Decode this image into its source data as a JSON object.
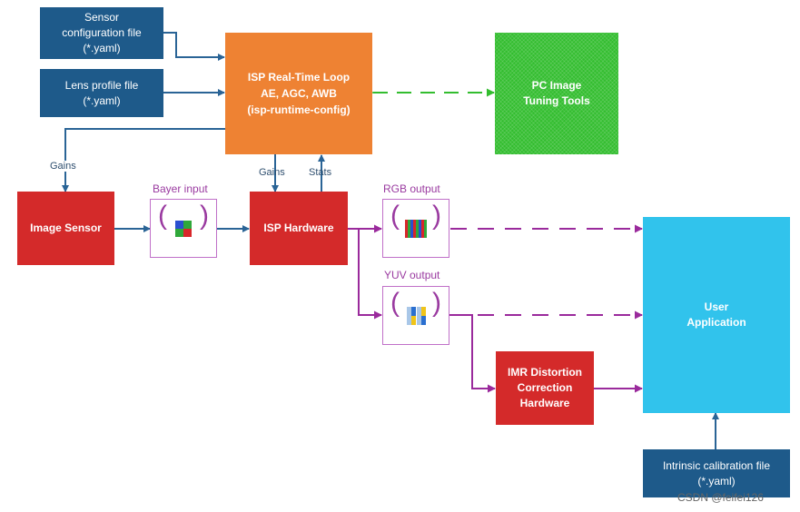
{
  "blocks": {
    "sensor_config": "Sensor\nconfiguration file\n(*.yaml)",
    "lens_profile": "Lens profile file\n(*.yaml)",
    "isp_loop": "ISP Real-Time Loop\nAE, AGC, AWB\n(isp-runtime-config)",
    "pc_tools": "PC Image\nTuning Tools",
    "image_sensor": "Image Sensor",
    "isp_hardware": "ISP Hardware",
    "imr": "IMR Distortion\nCorrection\nHardware",
    "user_app": "User\nApplication",
    "intrinsic": "Intrinsic calibration file\n(*.yaml)"
  },
  "labels": {
    "gains_left": "Gains",
    "gains_mid": "Gains",
    "stats": "Stats",
    "bayer_input": "Bayer input",
    "rgb_output": "RGB output",
    "yuv_output": "YUV output"
  },
  "watermark": "CSDN @feifei126",
  "colors": {
    "file_blue": "#1e5a8a",
    "loop_orange": "#ee8233",
    "tools_green": "#33bd2f",
    "hardware_red": "#d42a2a",
    "app_cyan": "#31c3ec",
    "wire_blue": "#2a6496",
    "wire_green": "#33bd2f",
    "wire_purple": "#9a2a9c"
  }
}
